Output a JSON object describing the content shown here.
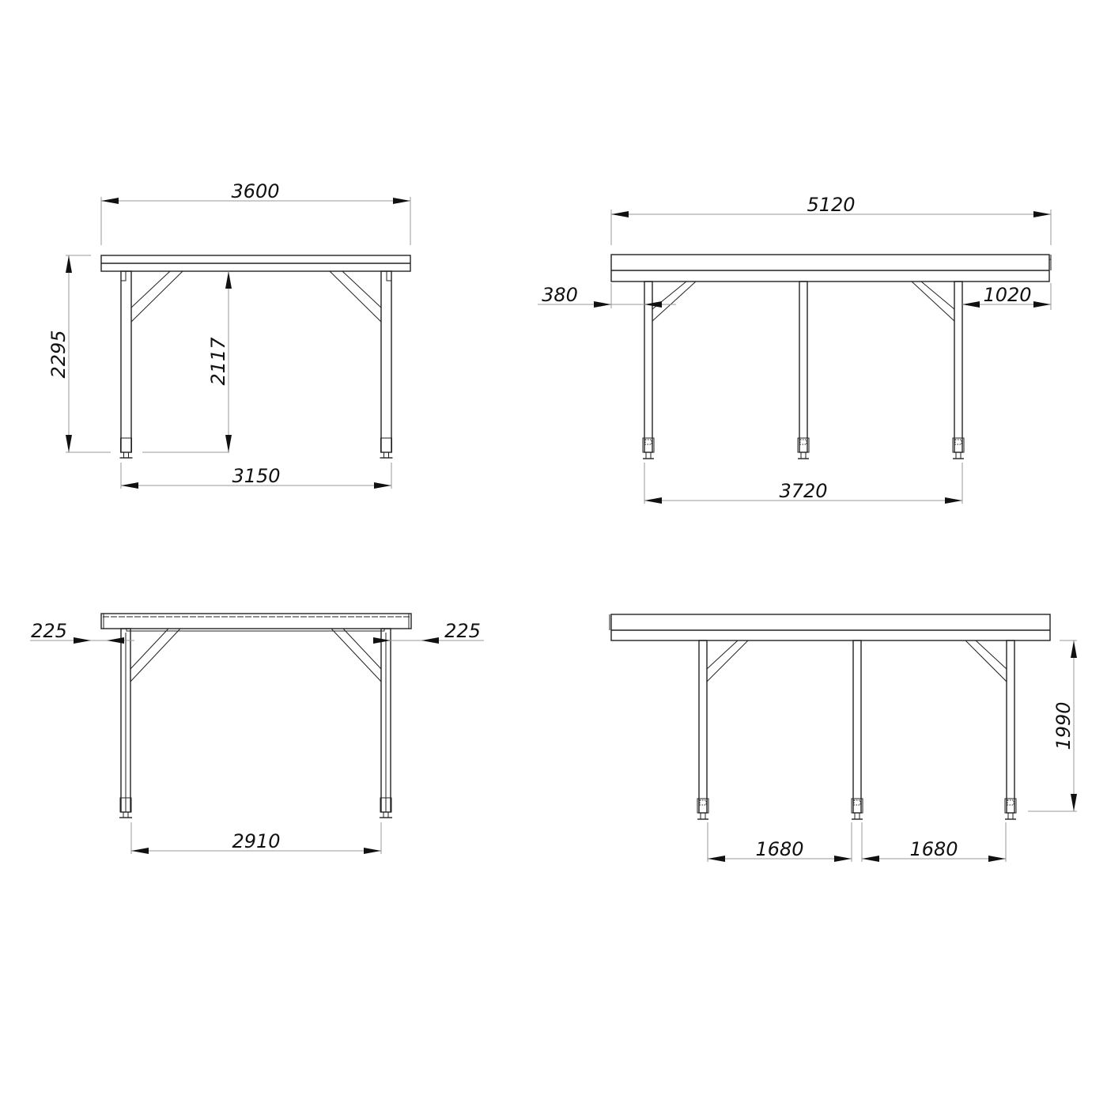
{
  "drawing": {
    "views": [
      {
        "name": "end-view-top-left",
        "dimensions": {
          "overall_width": "3600",
          "overall_height": "2295",
          "clear_height": "2117",
          "leg_spacing": "3150"
        }
      },
      {
        "name": "side-view-top-right",
        "dimensions": {
          "overall_length": "5120",
          "left_overhang": "380",
          "right_overhang": "1020",
          "leg_span": "3720"
        }
      },
      {
        "name": "end-view-bottom-left",
        "dimensions": {
          "left_offset": "225",
          "right_offset": "225",
          "leg_spacing": "2910"
        }
      },
      {
        "name": "side-view-bottom-right",
        "dimensions": {
          "leg_height": "1990",
          "span_left": "1680",
          "span_right": "1680"
        }
      }
    ]
  }
}
